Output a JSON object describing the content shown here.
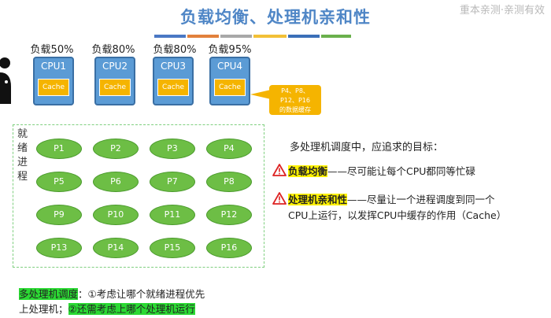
{
  "title": "负载均衡、处理机亲和性",
  "watermark": "重本亲测·亲测有效",
  "color_bar": [
    "#4a78c4",
    "#e2813c",
    "#a8a8a8",
    "#f2c037",
    "#3b6fb8",
    "#6ab04c"
  ],
  "cpus": [
    {
      "load": "负载50%",
      "name": "CPU1",
      "cache": "Cache"
    },
    {
      "load": "负载80%",
      "name": "CPU2",
      "cache": "Cache"
    },
    {
      "load": "负载80%",
      "name": "CPU3",
      "cache": "Cache"
    },
    {
      "load": "负载95%",
      "name": "CPU4",
      "cache": "Cache"
    }
  ],
  "callout": {
    "line1": "P4、P8、",
    "line2": "P12、P16",
    "line3": "的数据缓存"
  },
  "ready_label": "就绪进程",
  "processes": [
    "P1",
    "P2",
    "P3",
    "P4",
    "P5",
    "P6",
    "P7",
    "P8",
    "P9",
    "P10",
    "P11",
    "P12",
    "P13",
    "P14",
    "P15",
    "P16"
  ],
  "goals": {
    "heading": "多处理机调度中，应追求的目标：",
    "load_balance": {
      "term": "负载均衡",
      "desc": "——尽可能让每个CPU都同等忙碌"
    },
    "affinity": {
      "term": "处理机亲和性",
      "desc1": "——尽量让一个进程调度到同一个",
      "desc2": "CPU上运行，以发挥CPU中缓存的作用（Cache）"
    }
  },
  "bottom": {
    "term": "多处理机调度",
    "part1": "：①考虑让哪个就绪进程优先",
    "part2": "上处理机；",
    "part3": "②还需考虑上哪个处理机运行"
  }
}
